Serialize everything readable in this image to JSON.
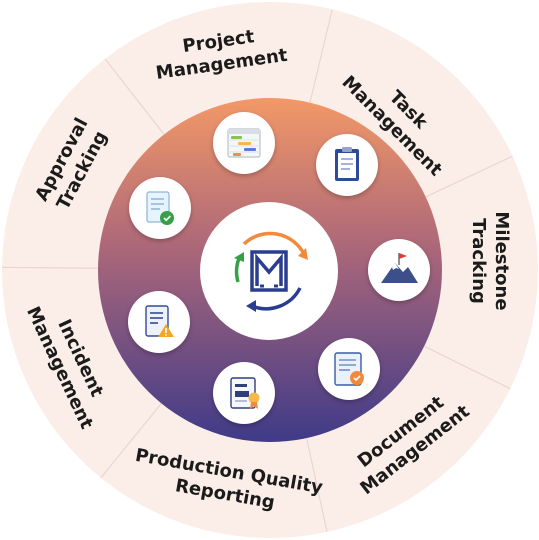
{
  "diagram": {
    "segments": [
      {
        "id": "project",
        "lines": [
          "Project",
          "Management"
        ]
      },
      {
        "id": "task",
        "lines": [
          "Task",
          "Management"
        ]
      },
      {
        "id": "milestone",
        "lines": [
          "Milestone",
          "Tracking"
        ]
      },
      {
        "id": "document",
        "lines": [
          "Document",
          "Management"
        ]
      },
      {
        "id": "production",
        "lines": [
          "Production Quality",
          "Reporting"
        ]
      },
      {
        "id": "incident",
        "lines": [
          "Incident",
          "Management"
        ]
      },
      {
        "id": "approval",
        "lines": [
          "Approval",
          "Tracking"
        ]
      }
    ],
    "icons": [
      "gantt-chart-icon",
      "clipboard-icon",
      "mountain-flag-icon",
      "certificate-document-icon",
      "report-award-icon",
      "warning-document-icon",
      "approved-document-icon"
    ],
    "hub_icon": "m-logo-cycle-icon",
    "colors": {
      "outer_ring": "#fbeee8",
      "gradient_top": "#f39867",
      "gradient_bottom": "#3f3a88",
      "text": "#1b1b1b",
      "arrow_orange": "#f28a3c",
      "arrow_green": "#35a045",
      "arrow_blue": "#2a3d8f"
    }
  }
}
